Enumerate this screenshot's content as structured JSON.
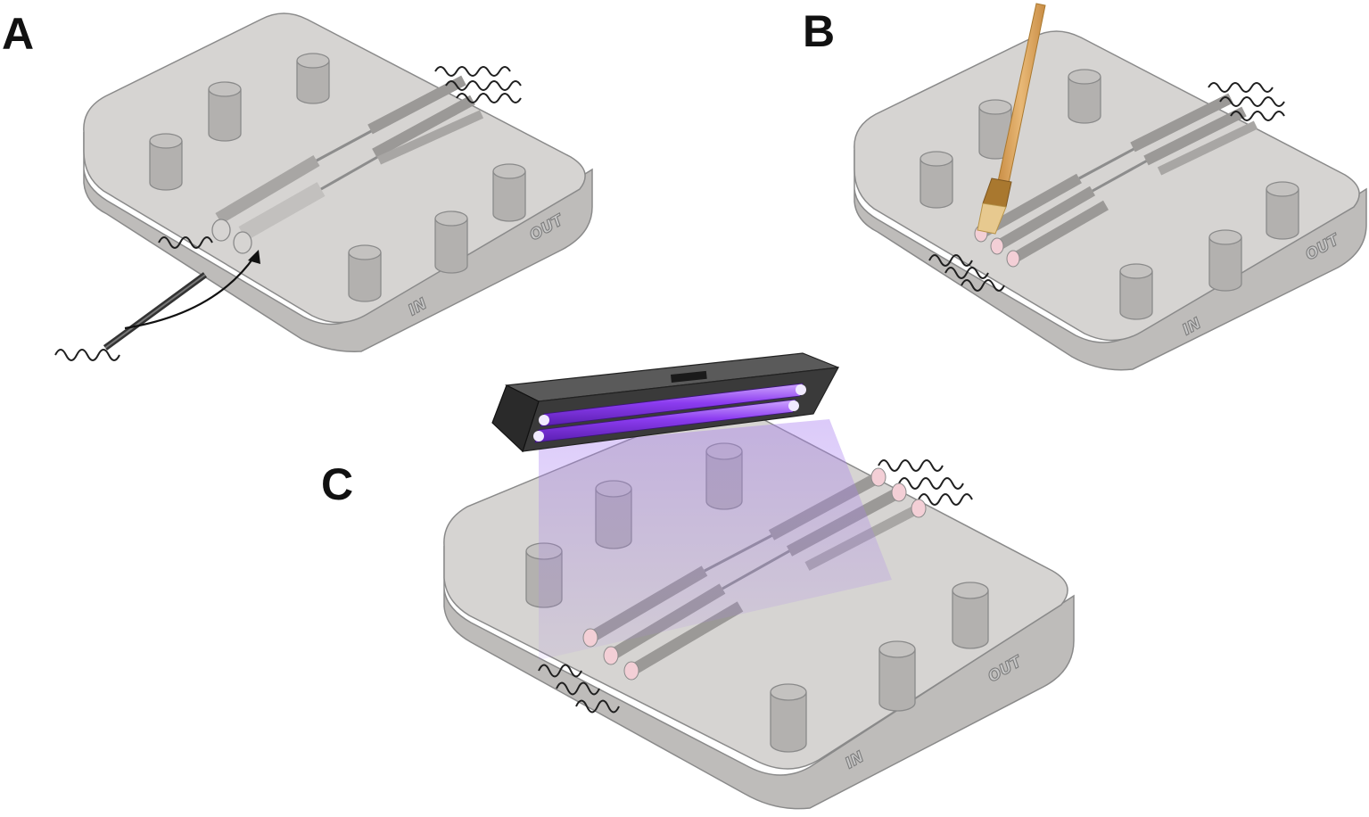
{
  "panels": [
    {
      "id": "A",
      "label": "A",
      "in_label": "IN",
      "out_label": "OUT"
    },
    {
      "id": "B",
      "label": "B",
      "in_label": "IN",
      "out_label": "OUT"
    },
    {
      "id": "C",
      "label": "C",
      "in_label": "IN",
      "out_label": "OUT"
    }
  ],
  "colors": {
    "mold_top": "#d6d4d2",
    "mold_side": "#bebcba",
    "mold_edge": "#8a8a8a",
    "well": "#b3b1af",
    "tube": "#8d8d8d",
    "coil": "#1f1f1f",
    "brush_handle": "#d9a35f",
    "brush_ferrule": "#a9782f",
    "brush_bristles": "#e7c98f",
    "uv_lamp_body": "#3a3a3a",
    "uv_tube": "#8c3cf0",
    "uv_glow": "#a87ef0",
    "seal_pink": "#f3cfd6",
    "arrow": "#111111"
  },
  "icons": [
    "curved-insert-arrow-icon",
    "paintbrush-icon",
    "uv-lamp-icon"
  ]
}
